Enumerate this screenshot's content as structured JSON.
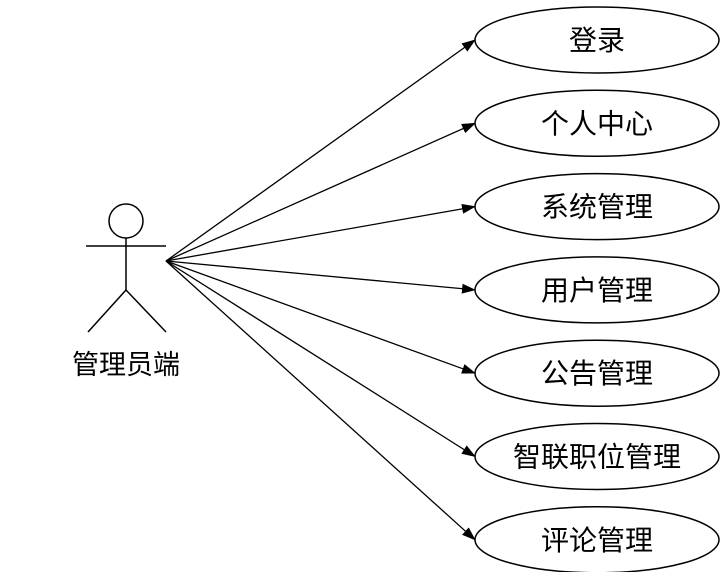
{
  "actor": {
    "label": "管理员端"
  },
  "use_cases": [
    {
      "label": "登录"
    },
    {
      "label": "个人中心"
    },
    {
      "label": "系统管理"
    },
    {
      "label": "用户管理"
    },
    {
      "label": "公告管理"
    },
    {
      "label": "智联职位管理"
    },
    {
      "label": "评论管理"
    }
  ],
  "colors": {
    "stroke": "#000000",
    "background": "#ffffff"
  }
}
